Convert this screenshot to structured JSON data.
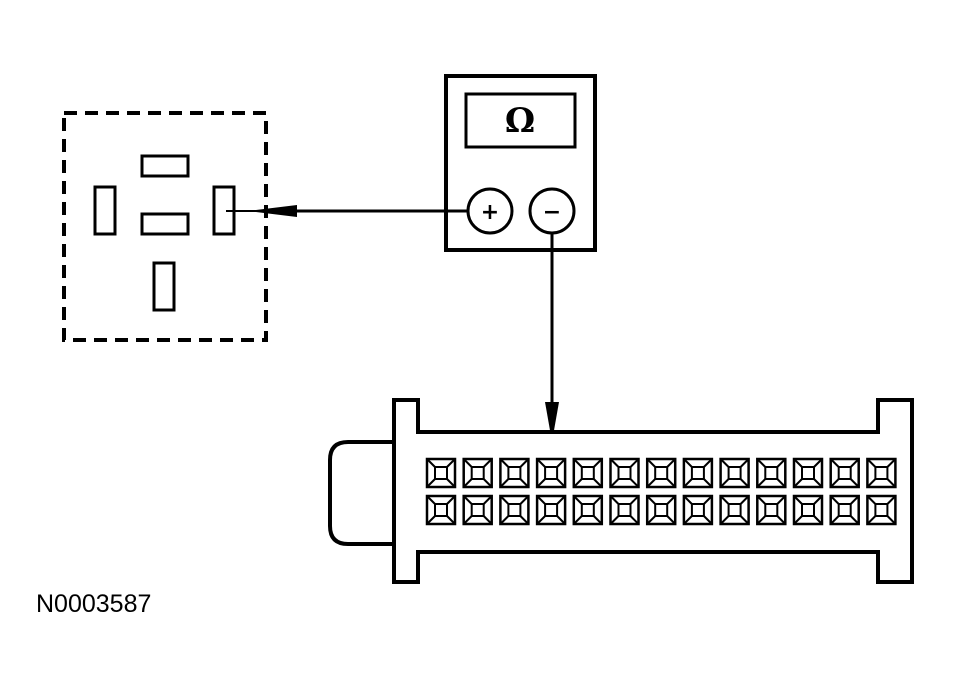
{
  "figure_id": "N0003587",
  "meter": {
    "display_symbol": "Ω",
    "positive_terminal": "+",
    "negative_terminal": "−"
  },
  "relay_socket": {
    "border_style": "dashed",
    "terminal_count": 5
  },
  "connector": {
    "rows": 2,
    "pins_per_row": 13,
    "probed_pin_index": 3
  },
  "colors": {
    "line": "#000000",
    "background": "#ffffff"
  }
}
